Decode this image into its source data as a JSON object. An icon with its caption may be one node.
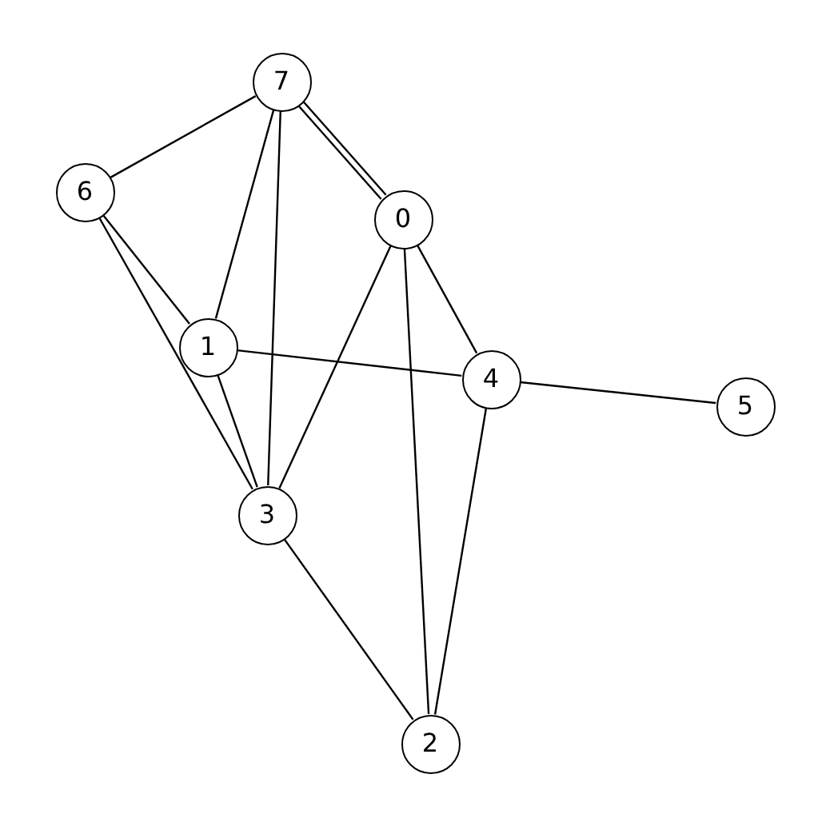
{
  "diagram": {
    "nodes": [
      {
        "text": [
          "7"
        ]
      },
      {
        "text": [
          "6"
        ]
      },
      {
        "text": [
          "0"
        ]
      },
      {
        "text": [
          "1"
        ]
      },
      {
        "text": [
          "4"
        ]
      },
      {
        "text": [
          "5"
        ]
      },
      {
        "text": [
          "3"
        ]
      },
      {
        "text": [
          "2"
        ]
      }
    ],
    "edges": [
      {
        "from": 0,
        "to": 1,
        "arrow": "none"
      },
      {
        "from": 0,
        "to": 3,
        "arrow": "none"
      },
      {
        "from": 0,
        "to": 6,
        "arrow": "none"
      },
      {
        "from": 0,
        "to": 2,
        "arrow": "none"
      },
      {
        "from": 0,
        "to": 2,
        "arrow": "none"
      },
      {
        "from": 1,
        "to": 3,
        "arrow": "none"
      },
      {
        "from": 1,
        "to": 6,
        "arrow": "none"
      },
      {
        "from": 3,
        "to": 6,
        "arrow": "none"
      },
      {
        "from": 3,
        "to": 4,
        "arrow": "none"
      },
      {
        "from": 2,
        "to": 6,
        "arrow": "none"
      },
      {
        "from": 2,
        "to": 4,
        "arrow": "none"
      },
      {
        "from": 2,
        "to": 7,
        "arrow": "none"
      },
      {
        "from": 4,
        "to": 5,
        "arrow": "none"
      },
      {
        "from": 4,
        "to": 7,
        "arrow": "none"
      },
      {
        "from": 6,
        "to": 7,
        "arrow": "none"
      }
    ]
  }
}
